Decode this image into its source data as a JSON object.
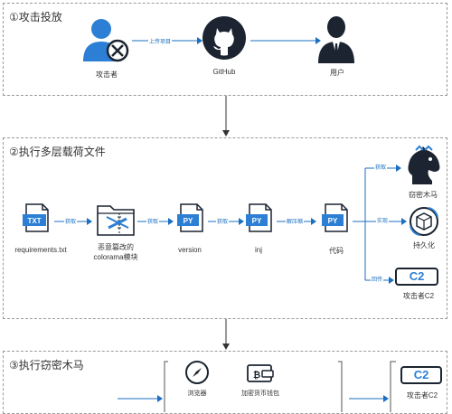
{
  "sections": [
    {
      "title": "①攻击投放"
    },
    {
      "title": "②执行多层载荷文件"
    },
    {
      "title": "③执行窃密木马"
    }
  ],
  "stage1": {
    "attacker": "攻击者",
    "edge_upload": "上传项目",
    "github": "GitHub",
    "user": "用户"
  },
  "stage2": {
    "files": [
      {
        "tag": "TXT",
        "label": "requirements.txt"
      },
      {
        "tag": "",
        "label": "恶意篡改的",
        "label2": "colorama模块"
      },
      {
        "tag": "PY",
        "label": "version"
      },
      {
        "tag": "PY",
        "label": "inj"
      },
      {
        "tag": "PY",
        "label": "代码"
      }
    ],
    "edges": [
      "获取",
      "获取",
      "获取",
      "解压缩"
    ],
    "branches": [
      {
        "edge": "获取",
        "label": "窃密木马"
      },
      {
        "edge": "实现",
        "label": "持久化"
      },
      {
        "edge": "回传",
        "label": "攻击者C2"
      }
    ],
    "c2_tag": "C2"
  },
  "stage3": {
    "items": [
      {
        "label": "浏览器"
      },
      {
        "label": "加密货币钱包"
      }
    ],
    "c2_label": "攻击者C2",
    "c2_tag": "C2"
  },
  "colors": {
    "accent": "#1a6fc0",
    "dark": "#1b2430",
    "blue": "#2c7fd4"
  }
}
